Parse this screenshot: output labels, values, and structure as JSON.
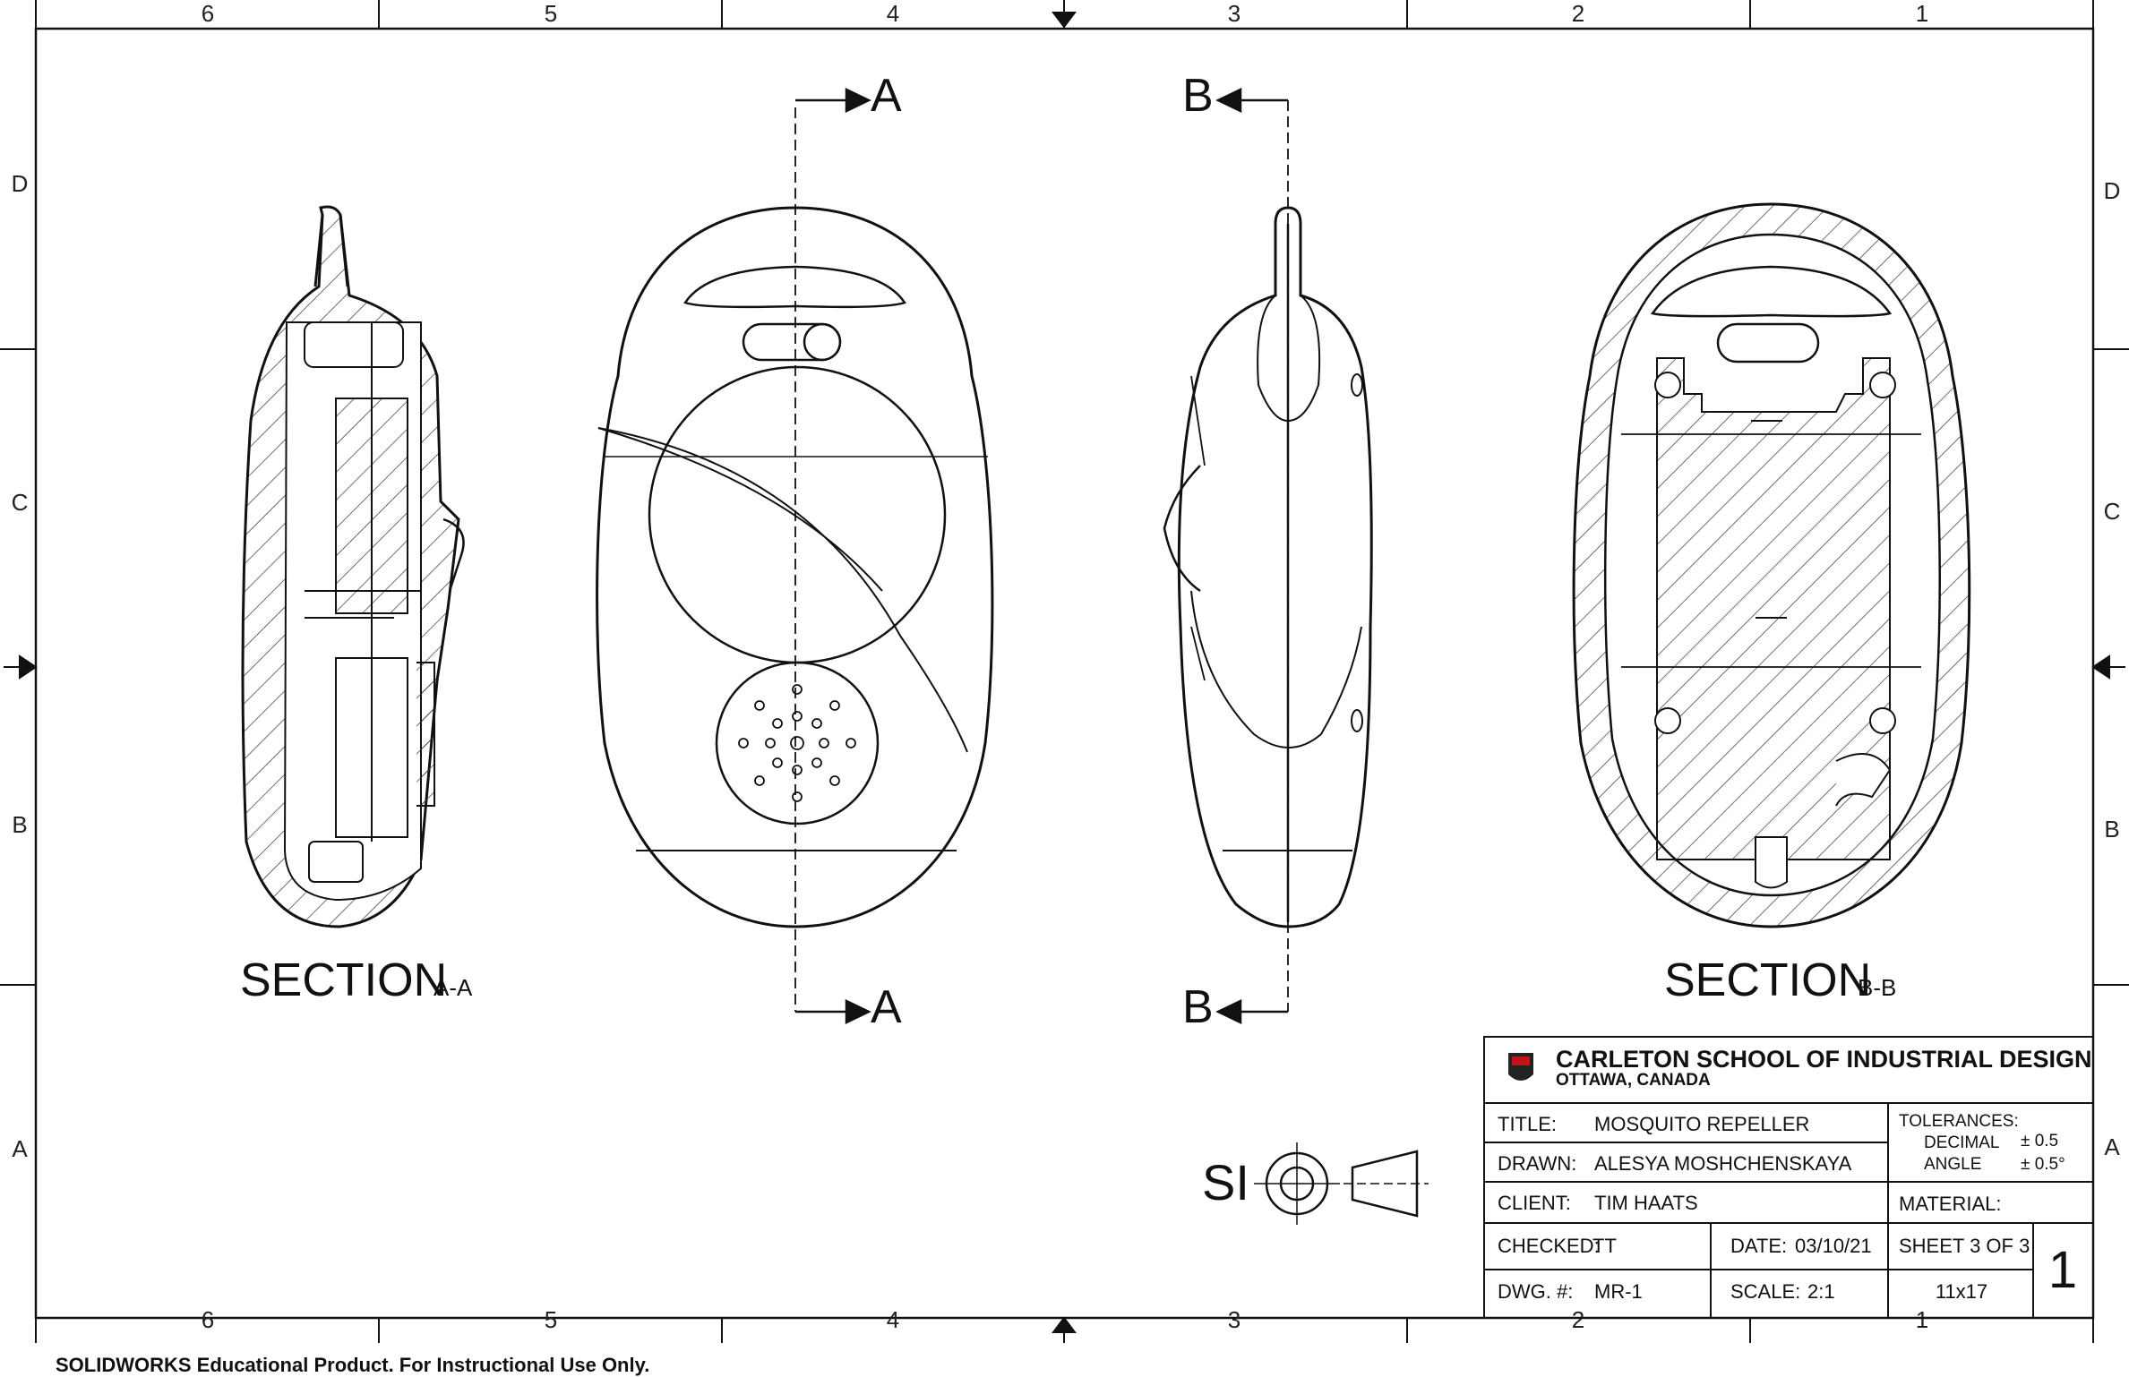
{
  "zones": {
    "columns_top": [
      "6",
      "5",
      "4",
      "3",
      "2",
      "1"
    ],
    "columns_bottom": [
      "6",
      "5",
      "4",
      "3",
      "2",
      "1"
    ],
    "rows_left": [
      "D",
      "C",
      "B",
      "A"
    ],
    "rows_right": [
      "D",
      "C",
      "B",
      "A"
    ]
  },
  "views": {
    "section_aa": {
      "label": "SECTION",
      "sub": "A-A"
    },
    "section_bb": {
      "label": "SECTION",
      "sub": "B-B"
    },
    "cut_a": "A",
    "cut_b": "B"
  },
  "projection": {
    "units": "SI"
  },
  "title_block": {
    "company": "CARLETON SCHOOL OF INDUSTRIAL DESIGN",
    "location": "OTTAWA, CANADA",
    "title_label": "TITLE:",
    "title": "MOSQUITO REPELLER",
    "drawn_label": "DRAWN:",
    "drawn": "ALESYA MOSHCHENSKAYA",
    "client_label": "CLIENT:",
    "client": "TIM HAATS",
    "checked_label": "CHECKED:",
    "checked": "TT",
    "dwg_label": "DWG. #:",
    "dwg": "MR-1",
    "date_label": "DATE:",
    "date": "03/10/21",
    "scale_label": "SCALE:",
    "scale": "2:1",
    "tolerances_label": "TOLERANCES:",
    "decimal_label": "DECIMAL",
    "decimal": "± 0.5",
    "angle_label": "ANGLE",
    "angle": "± 0.5°",
    "material_label": "MATERIAL:",
    "sheet": "SHEET 3 OF 3",
    "size": "11x17",
    "revision": "1"
  },
  "footer": "SOLIDWORKS Educational Product. For Instructional Use Only."
}
